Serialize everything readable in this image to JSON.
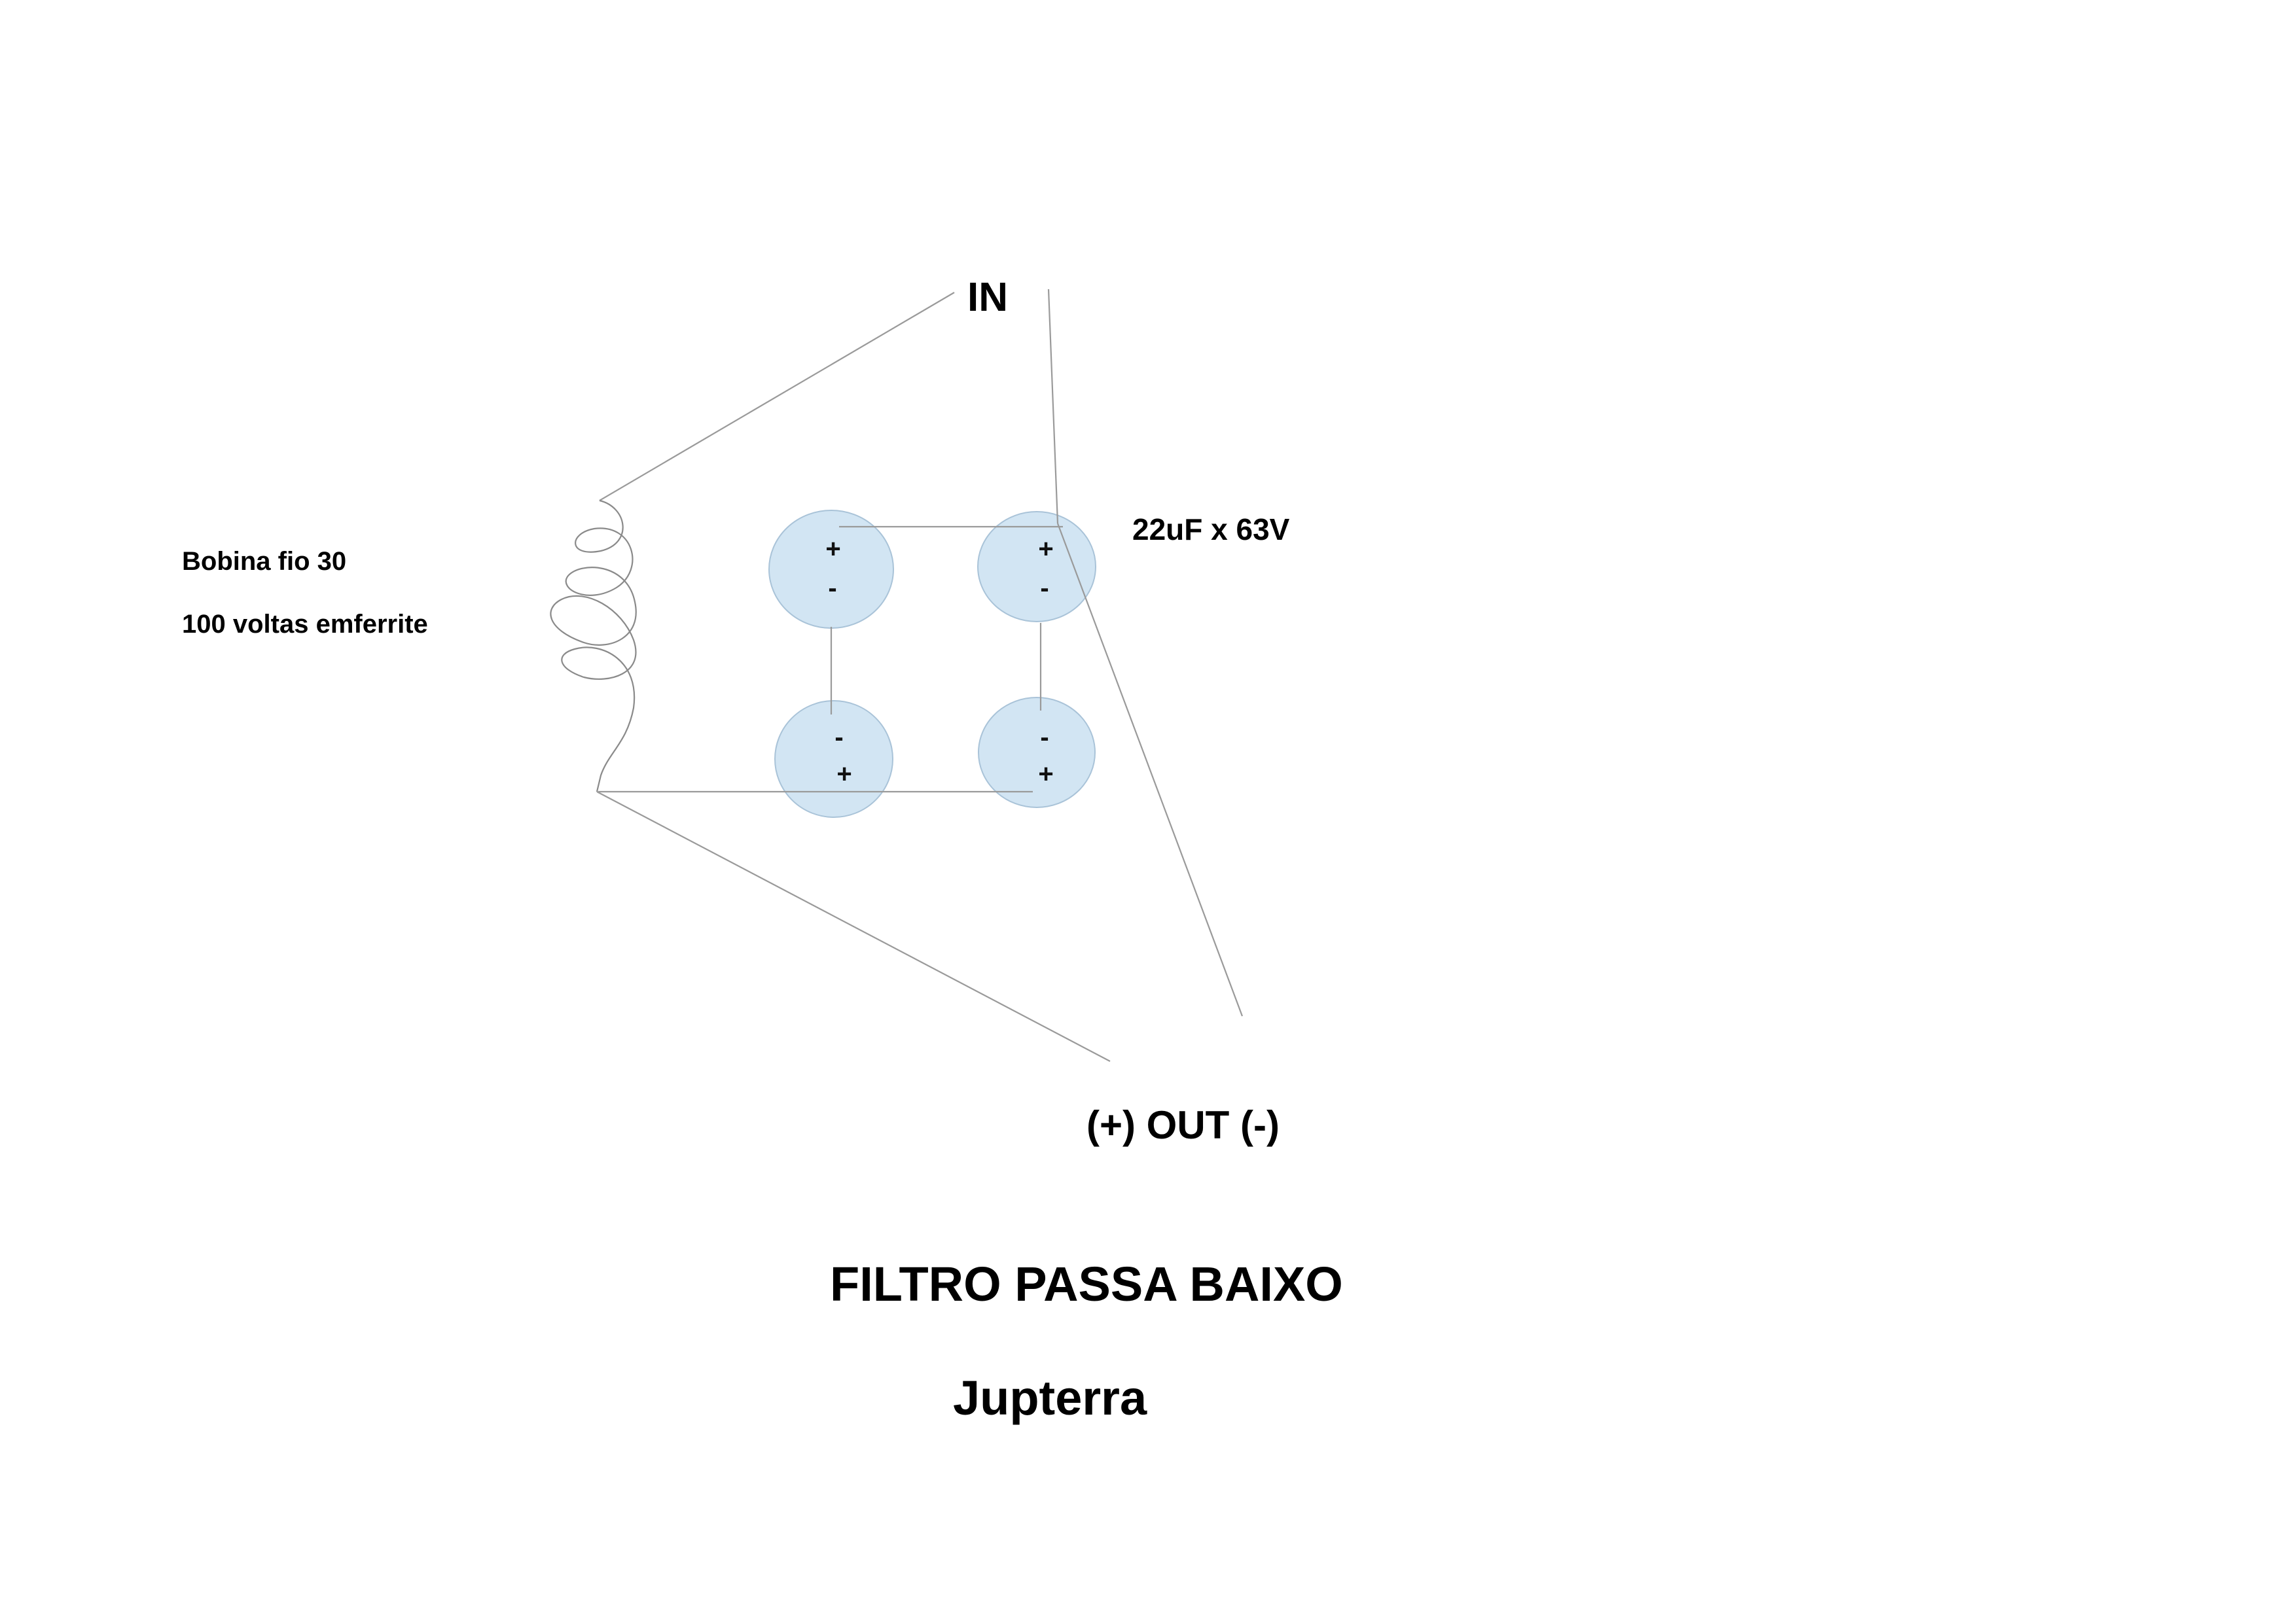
{
  "title": "FILTRO PASSA BAIXO",
  "author": "Jupterra",
  "input_label": "IN",
  "output_label": "(+) OUT (-)",
  "capacitor_spec": "22uF x 63V",
  "coil_label": {
    "line1": "Bobina fio 30",
    "line2": "100 voltas emferrite"
  },
  "colors": {
    "capacitor_fill": "#d2e5f3",
    "wire": "#9a9a9a",
    "text": "#000000"
  },
  "capacitors": [
    {
      "id": "top-left",
      "polarity_top": "+",
      "polarity_bottom": "-"
    },
    {
      "id": "top-right",
      "polarity_top": "+",
      "polarity_bottom": "-"
    },
    {
      "id": "bottom-left",
      "polarity_top": "-",
      "polarity_bottom": "+"
    },
    {
      "id": "bottom-right",
      "polarity_top": "-",
      "polarity_bottom": "+"
    }
  ]
}
